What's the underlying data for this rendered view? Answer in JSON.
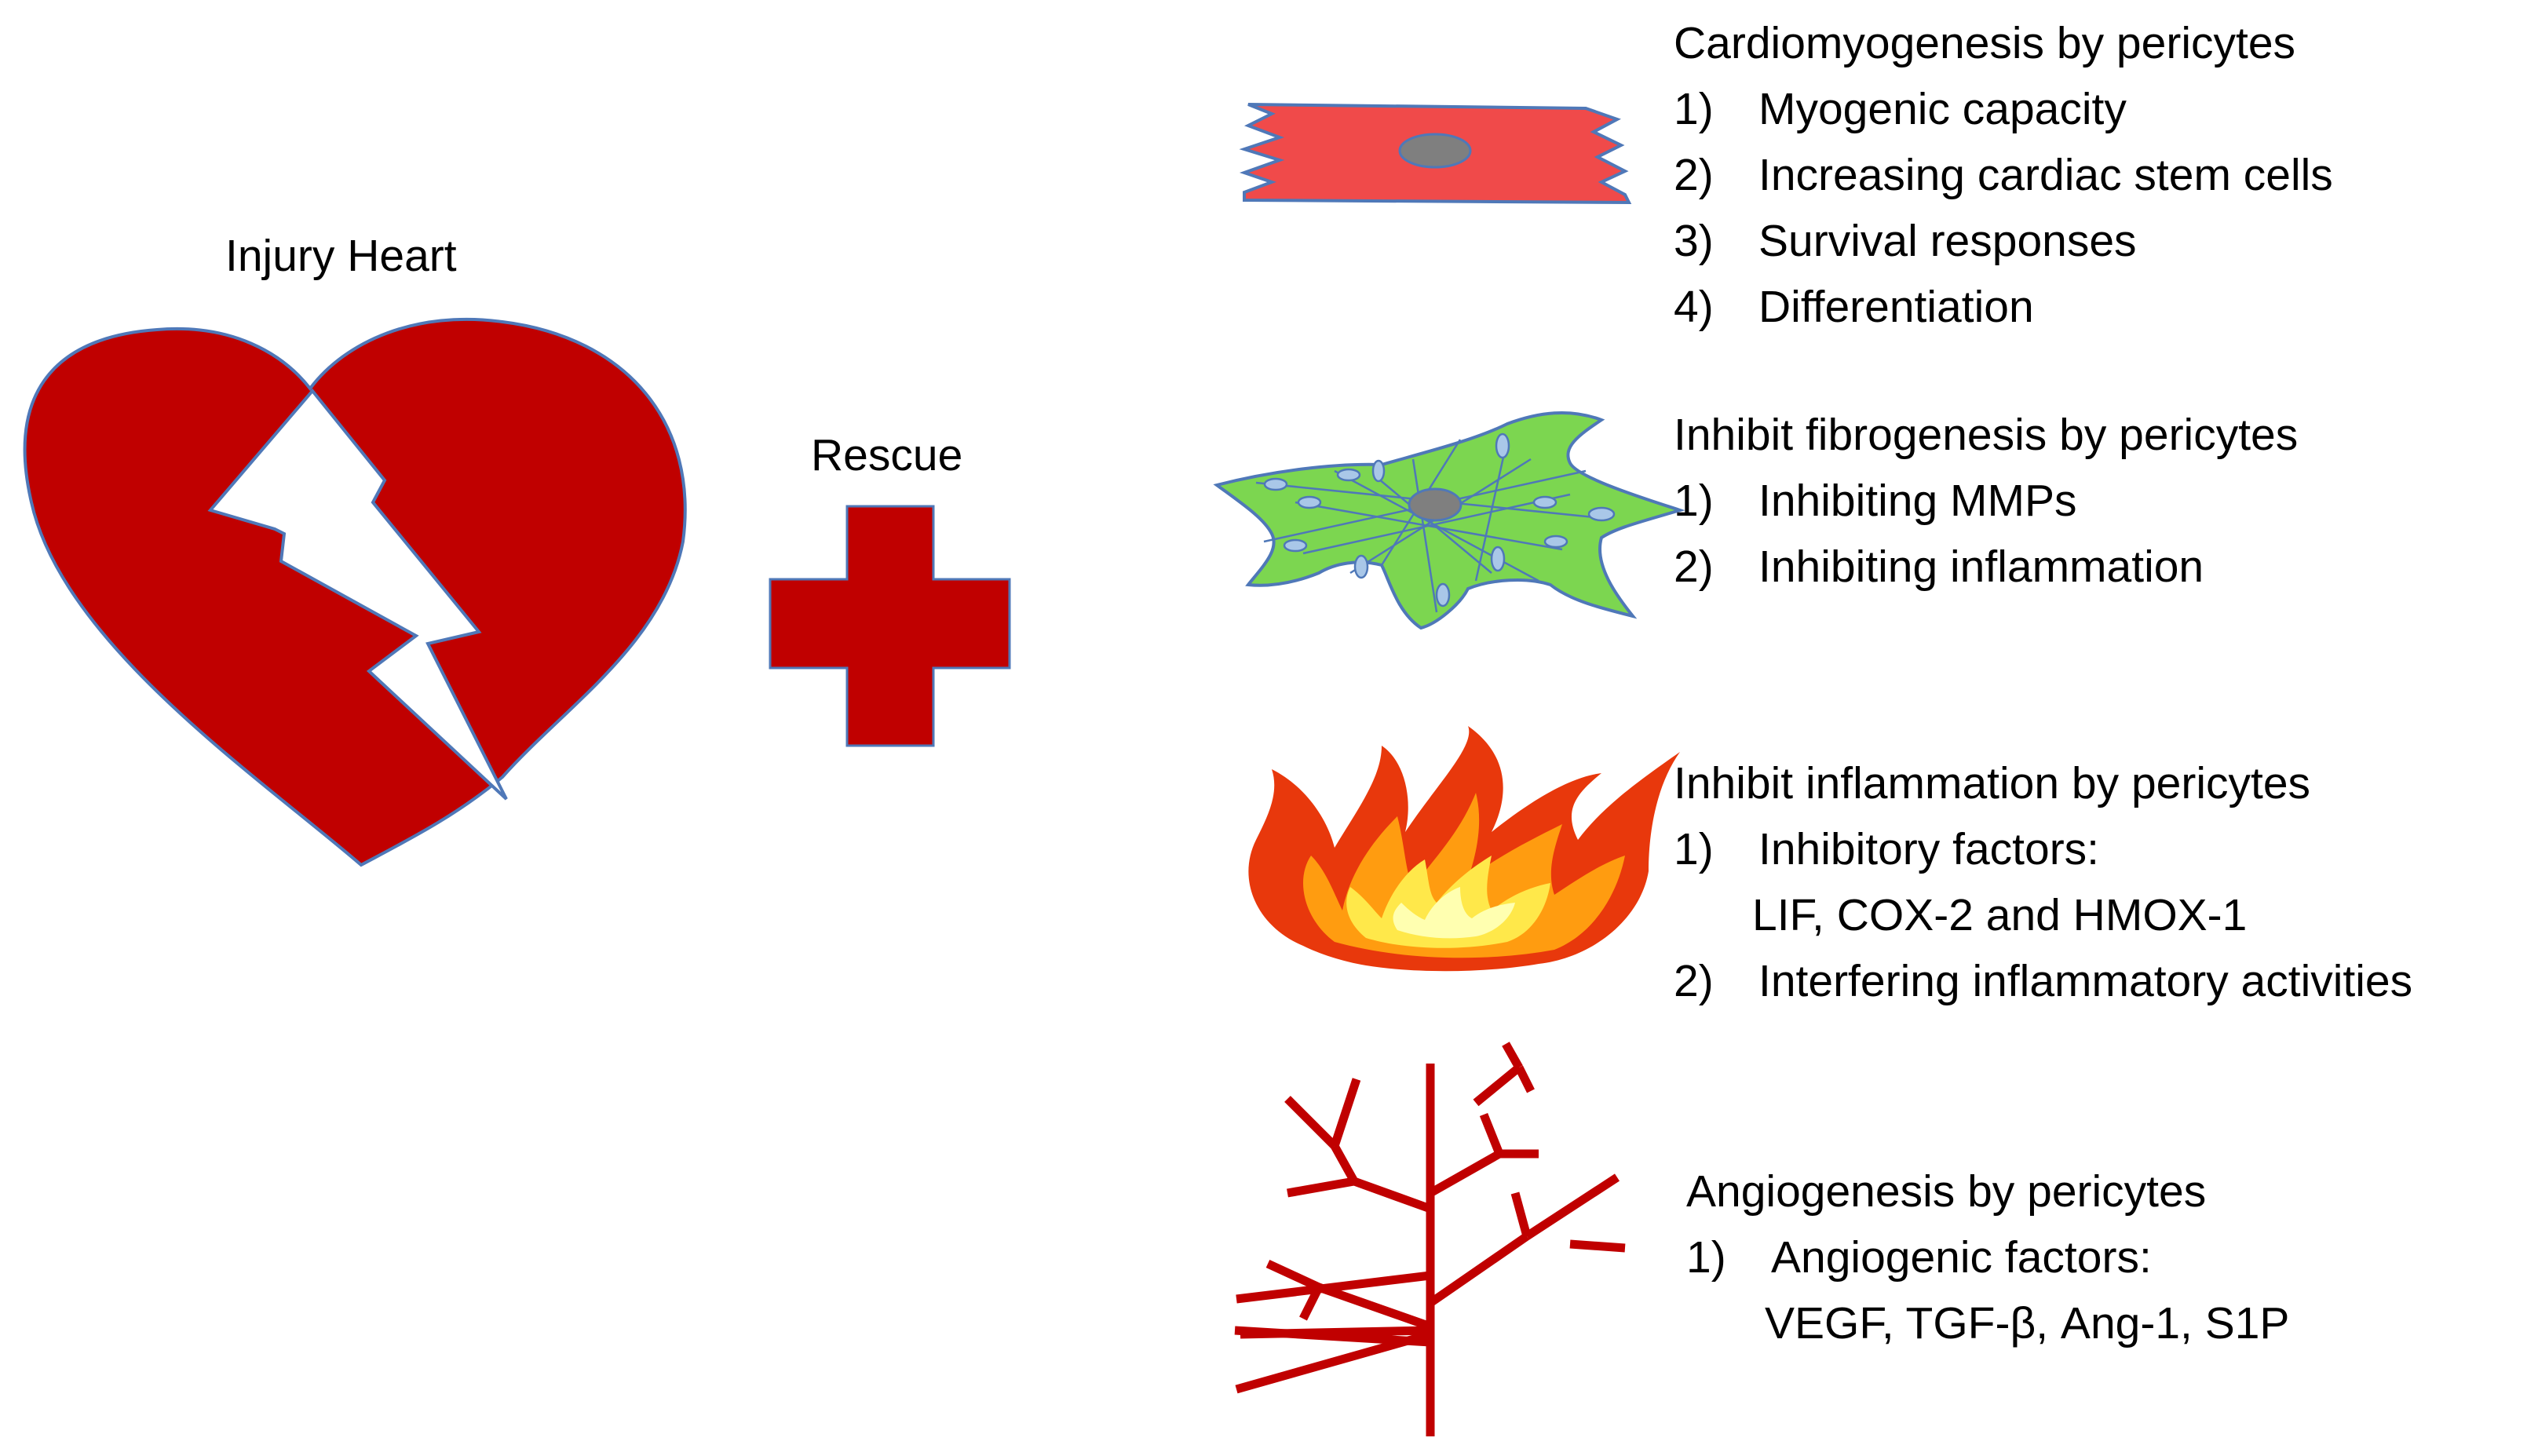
{
  "left": {
    "injury_label": "Injury Heart",
    "rescue_label": "Rescue"
  },
  "sections": [
    {
      "title": "Cardiomyogenesis by pericytes",
      "items": [
        {
          "num": "1)",
          "text": "Myogenic capacity"
        },
        {
          "num": "2)",
          "text": "Increasing cardiac stem cells"
        },
        {
          "num": "3)",
          "text": "Survival responses"
        },
        {
          "num": "4)",
          "text": "Differentiation"
        }
      ]
    },
    {
      "title": "Inhibit fibrogenesis by pericytes",
      "items": [
        {
          "num": "1)",
          "text": "Inhibiting MMPs"
        },
        {
          "num": "2)",
          "text": "Inhibiting inflammation"
        }
      ]
    },
    {
      "title": "Inhibit inflammation by pericytes",
      "items": [
        {
          "num": "1)",
          "text": "Inhibitory factors:"
        },
        {
          "num": "2)",
          "text": "Interfering inflammatory activities"
        }
      ],
      "sub": "LIF, COX-2 and HMOX-1"
    },
    {
      "title": "Angiogenesis by pericytes",
      "items": [
        {
          "num": "1)",
          "text": "Angiogenic factors:"
        }
      ],
      "sub": "VEGF, TGF-β, Ang-1, S1P"
    }
  ],
  "colors": {
    "heart": "#c00000",
    "cross": "#c00000",
    "cardiomyocyte": "#f04a4a",
    "nucleus": "#7f7f7f",
    "fibroblast": "#7cd650",
    "fibroblast_spots": "#a9c7e8",
    "flame_outer": "#e8380c",
    "flame_mid": "#ff9c10",
    "flame_inner": "#ffe84a",
    "flame_core": "#ffffb0",
    "vessel": "#c00000",
    "outline": "#4f78b8"
  },
  "icons": [
    "broken-heart-icon",
    "lightning-icon",
    "medical-cross-icon",
    "cardiomyocyte-icon",
    "fibroblast-icon",
    "flame-icon",
    "blood-vessel-icon"
  ]
}
